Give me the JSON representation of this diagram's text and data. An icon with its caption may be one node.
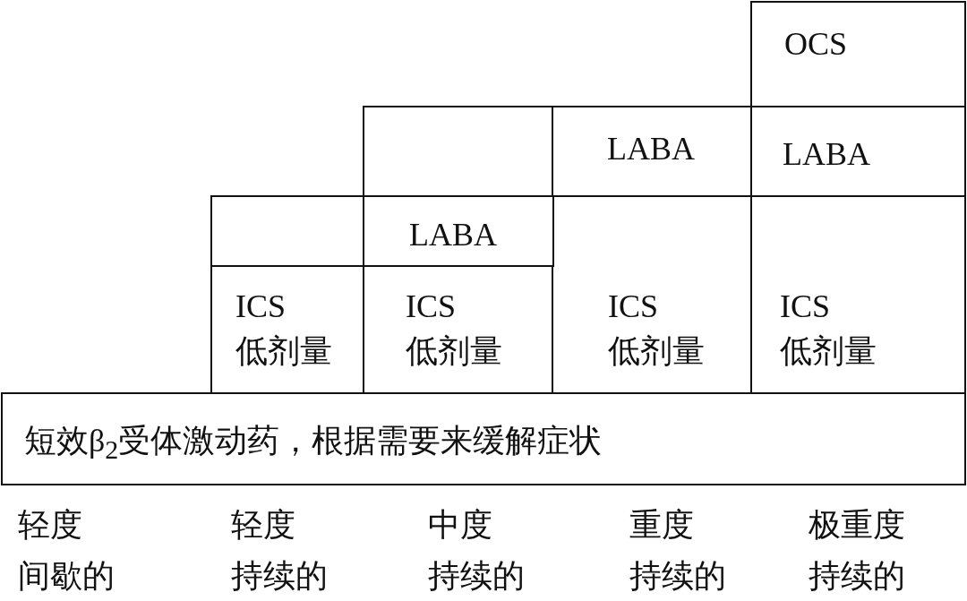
{
  "diagram": {
    "nodes": [
      {
        "text": [
          "OCS"
        ]
      },
      {
        "text": [],
        "shape": "box"
      },
      {
        "text": [
          "LABA"
        ]
      },
      {
        "text": [
          "LABA"
        ]
      },
      {
        "text": [],
        "shape": "box"
      },
      {
        "text": [
          "LABA"
        ]
      },
      {
        "text": [
          "ICS",
          "低剂量"
        ]
      },
      {
        "text": [
          "ICS",
          "低剂量"
        ]
      },
      {
        "text": [
          "ICS",
          "低剂量"
        ]
      },
      {
        "text": [
          "ICS",
          "低剂量"
        ]
      },
      {
        "text": [
          "短效β$_{2}$受体激动药，根据需要来缓解症状"
        ]
      }
    ],
    "edges": [],
    "labels": [
      "轻度",
      "轻度",
      "中度",
      "重度",
      "极重度",
      "间歇的",
      "持续的",
      "持续的",
      "持续的",
      "持续的"
    ]
  }
}
